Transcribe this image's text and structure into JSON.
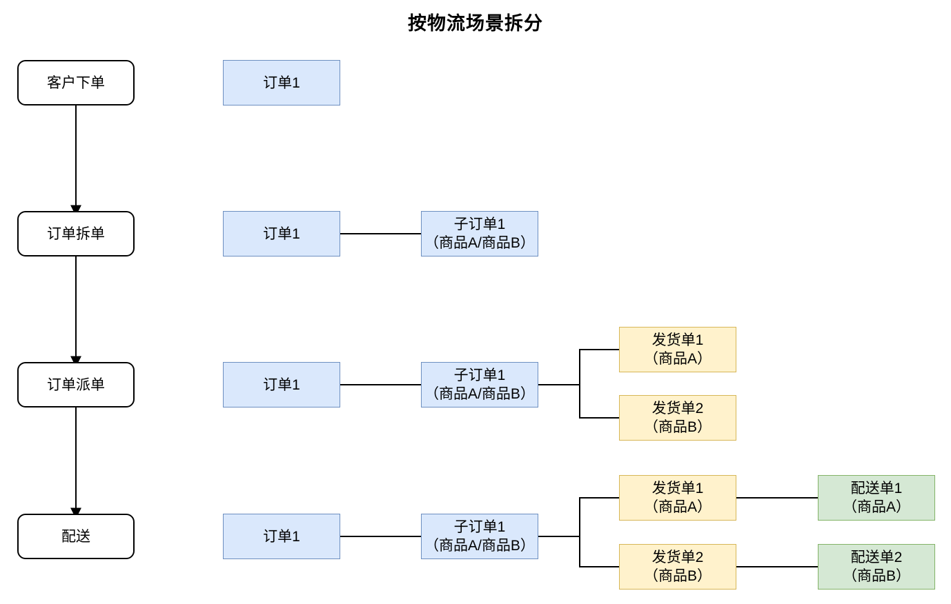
{
  "title": "按物流场景拆分",
  "colors": {
    "blue": {
      "fill": "#dae8fc",
      "border": "#6c8ebf"
    },
    "yellow": {
      "fill": "#fff2cc",
      "border": "#d6b656"
    },
    "green": {
      "fill": "#d5e8d4",
      "border": "#82b366"
    },
    "stage": {
      "fill": "#ffffff",
      "border": "#000000"
    },
    "connector": "#000000"
  },
  "stages": [
    {
      "label": "客户下单"
    },
    {
      "label": "订单拆单"
    },
    {
      "label": "订单派单"
    },
    {
      "label": "配送"
    }
  ],
  "rows": {
    "row1": {
      "order": {
        "line1": "订单1"
      }
    },
    "row2": {
      "order": {
        "line1": "订单1"
      },
      "suborder": {
        "line1": "子订单1",
        "line2": "（商品A/商品B）"
      }
    },
    "row3": {
      "order": {
        "line1": "订单1"
      },
      "suborder": {
        "line1": "子订单1",
        "line2": "（商品A/商品B）"
      },
      "ship1": {
        "line1": "发货单1",
        "line2": "（商品A）"
      },
      "ship2": {
        "line1": "发货单2",
        "line2": "（商品B）"
      }
    },
    "row4": {
      "order": {
        "line1": "订单1"
      },
      "suborder": {
        "line1": "子订单1",
        "line2": "（商品A/商品B）"
      },
      "ship1": {
        "line1": "发货单1",
        "line2": "（商品A）"
      },
      "ship2": {
        "line1": "发货单2",
        "line2": "（商品B）"
      },
      "deliver1": {
        "line1": "配送单1",
        "line2": "（商品A）"
      },
      "deliver2": {
        "line1": "配送单2",
        "line2": "（商品B）"
      }
    }
  }
}
